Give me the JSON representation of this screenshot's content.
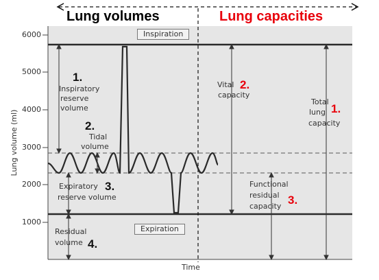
{
  "header": {
    "left": "Lung volumes",
    "right": "Lung capacities"
  },
  "axes": {
    "ylabel": "Lung volume (ml)",
    "xlabel": "Time",
    "yticks": [
      "6000",
      "5000",
      "4000",
      "3000",
      "2000",
      "1000"
    ]
  },
  "boxes": {
    "top": "Inspiration",
    "bottom": "Expiration"
  },
  "volumes": {
    "irv": {
      "num": "1.",
      "line1": "Inspiratory",
      "line2": "reserve",
      "line3": "volume"
    },
    "tidal": {
      "num": "2.",
      "line1": "Tidal",
      "line2": "volume"
    },
    "erv": {
      "num": "3.",
      "line1": "Expiratory",
      "line2": "reserve volume"
    },
    "rv": {
      "num": "4.",
      "line1": "Residual",
      "line2": "volume"
    }
  },
  "capacities": {
    "vital": {
      "num": "2.",
      "line1": "Vital",
      "line2": "capacity"
    },
    "total": {
      "num": "1.",
      "line1": "Total",
      "line2": "lung",
      "line3": "capacity"
    },
    "frc": {
      "num": "3.",
      "line1": "Functional",
      "line2": "residual",
      "line3": "capacity"
    }
  },
  "colors": {
    "red": "#e8000b",
    "panel": "#e6e6e6",
    "line": "#2a2a2a"
  }
}
